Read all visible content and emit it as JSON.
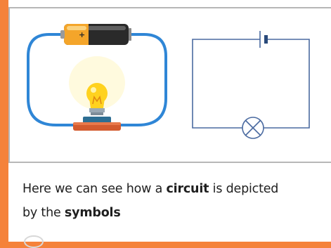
{
  "caption": {
    "part1": "Here we can see how a ",
    "bold1": "circuit",
    "part2": " is depicted",
    "part3": "by the ",
    "bold2": "symbols"
  },
  "colors": {
    "border": "#f5823a",
    "wire": "#2f86d6",
    "schematic": "#4a6aa0",
    "battery_body": "#2a2a2a",
    "battery_end": "#f4a52a",
    "bulb_glow": "#ffd21f",
    "bulb_base": "#2d6e93",
    "bulb_socket": "#d35b2f"
  },
  "icons": [
    "battery-icon",
    "light-bulb-icon",
    "cell-symbol",
    "lamp-symbol"
  ]
}
